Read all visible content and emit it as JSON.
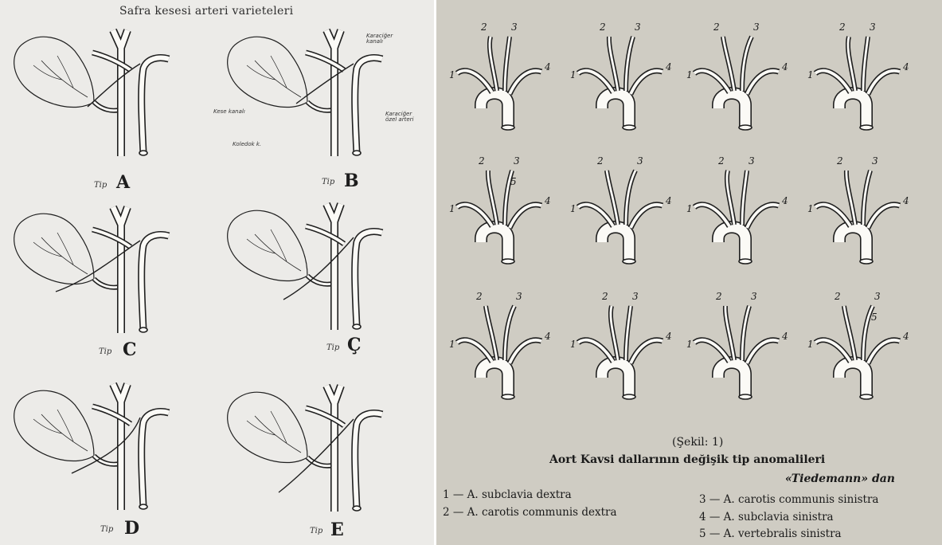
{
  "left": {
    "title": "Safra kesesi arteri varieteleri",
    "tip_word": "Tip",
    "types": [
      "A",
      "B",
      "C",
      "Ç",
      "D",
      "E"
    ],
    "annotations": {
      "karaciger_kanali": "Karaciğer kanalı",
      "kese_kanali": "Kese kanalı",
      "karaciger_ozel_arteri": "Karaciğer özel arteri",
      "koledok": "Koledok k."
    }
  },
  "right": {
    "variant_labels": [
      [
        "2",
        "3",
        "1",
        "4"
      ],
      [
        "2",
        "3",
        "1",
        "4"
      ],
      [
        "2",
        "3",
        "1",
        "4"
      ],
      [
        "2",
        "3",
        "1",
        "4"
      ],
      [
        "2",
        "3",
        "5",
        "1",
        "4"
      ],
      [
        "2",
        "3",
        "1",
        "4"
      ],
      [
        "2",
        "3",
        "1",
        "4"
      ],
      [
        "2",
        "3",
        "1",
        "4"
      ],
      [
        "2",
        "3",
        "1",
        "4"
      ],
      [
        "2",
        "3",
        "1",
        "4"
      ],
      [
        "2",
        "3",
        "1",
        "4"
      ],
      [
        "2",
        "3",
        "5",
        "1",
        "4"
      ]
    ],
    "figure_label": "(Şekil: 1)",
    "caption": "Aort Kavsi dallarının değişik tip anomalileri",
    "credit": "«Tiedemann» dan",
    "legend": [
      "1 — A. subclavia dextra",
      "2 — A. carotis communis dextra",
      "3 — A. carotis communis sinistra",
      "4 — A. subclavia sinistra",
      "5 — A. vertebralis sinistra"
    ]
  },
  "colors": {
    "left_background": "#ecebe8",
    "right_background": "#cfccc3",
    "ink": "#1f1f1f"
  }
}
